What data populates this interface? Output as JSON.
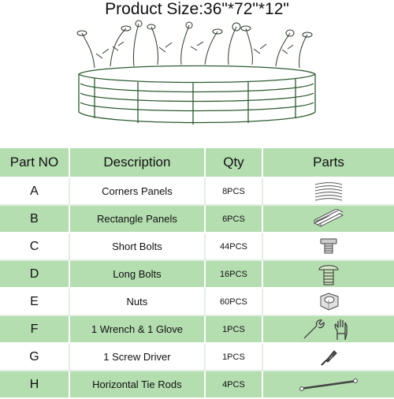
{
  "title": "Product Size:36\"*72\"*12\"",
  "colors": {
    "green": "#b4ddb0",
    "frame": "#2e5a32"
  },
  "table": {
    "headers": [
      "Part NO",
      "Description",
      "Qty",
      "Parts"
    ],
    "rows": [
      {
        "no": "A",
        "desc": "Corners Panels",
        "qty": "8PCS",
        "icon": "corner-panel-icon"
      },
      {
        "no": "B",
        "desc": "Rectangle Panels",
        "qty": "6PCS",
        "icon": "rectangle-panel-icon"
      },
      {
        "no": "C",
        "desc": "Short Bolts",
        "qty": "44PCS",
        "icon": "short-bolt-icon"
      },
      {
        "no": "D",
        "desc": "Long  Bolts",
        "qty": "16PCS",
        "icon": "long-bolt-icon"
      },
      {
        "no": "E",
        "desc": "Nuts",
        "qty": "60PCS",
        "icon": "nut-icon"
      },
      {
        "no": "F",
        "desc": "1 Wrench & 1 Glove",
        "qty": "1PCS",
        "icon": "wrench-glove-icon"
      },
      {
        "no": "G",
        "desc": "1 Screw Driver",
        "qty": "1PCS",
        "icon": "screwdriver-icon"
      },
      {
        "no": "H",
        "desc": "Horizontal Tie Rods",
        "qty": "4PCS",
        "icon": "tie-rod-icon"
      }
    ]
  }
}
